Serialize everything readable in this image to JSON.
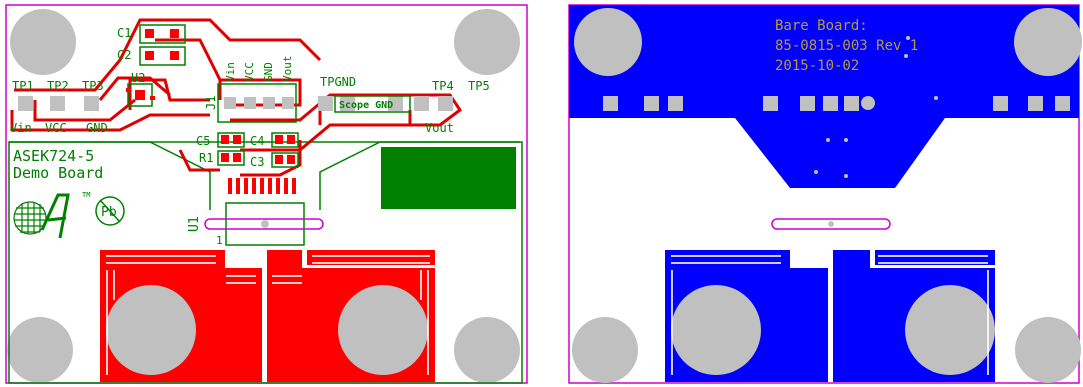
{
  "colors": {
    "outline": "#d000d0",
    "copper_top": "#ff0000",
    "copper_bottom": "#0000ff",
    "silk_green": "#008000",
    "trace_red": "#e00000",
    "hole": "#c0c0c0",
    "silk_gold": "#b89a3a"
  },
  "top_view": {
    "caps": [
      "C1",
      "C2"
    ],
    "u2": "U2",
    "testpoints": [
      "TP1",
      "TP2",
      "TP3",
      "TPGND",
      "TP4",
      "TP5"
    ],
    "j1": "J1",
    "pin_labels": [
      "Vin",
      "VCC",
      "GND",
      "Vout"
    ],
    "bottom_labels": [
      "Vin",
      "VCC",
      "GND"
    ],
    "vout_label": "Vout",
    "scope_gnd": "Scope GND",
    "c5": "C5",
    "c4": "C4",
    "r1": "R1",
    "c3": "C3",
    "board_name": "ASEK724-5",
    "board_sub": "Demo Board",
    "tm": "TM",
    "pb": "Pb",
    "u1": "U1",
    "pin1": "1"
  },
  "bottom_view": {
    "line1": "Bare Board:",
    "line2": "85-0815-003 Rev 1",
    "line3": "2015-10-02"
  }
}
